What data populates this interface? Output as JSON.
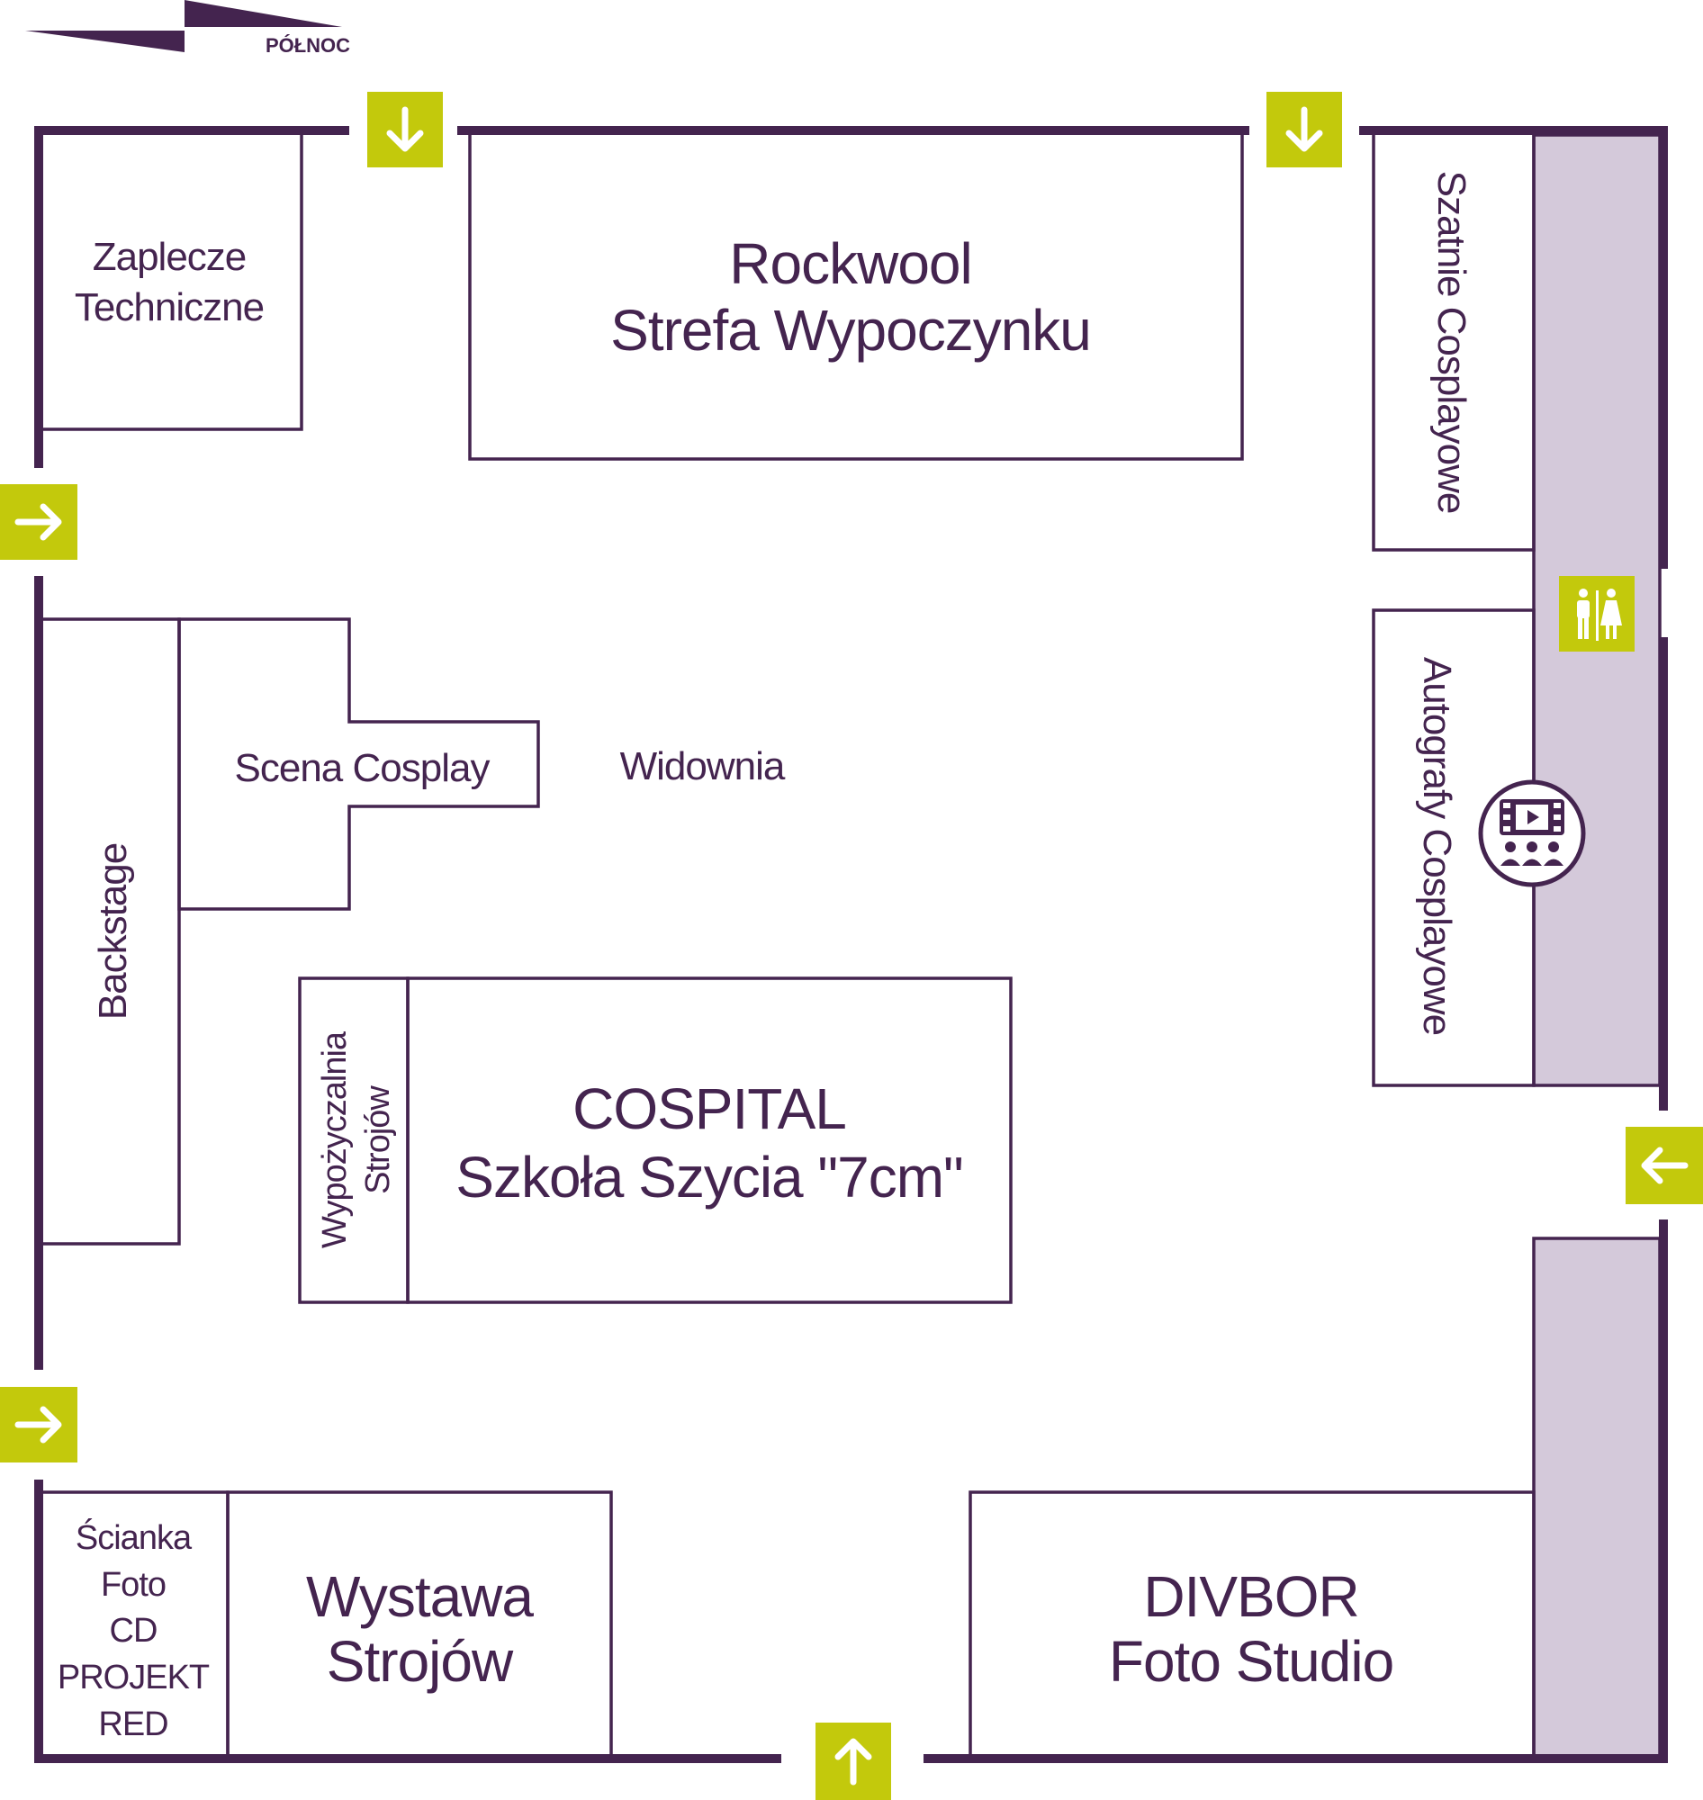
{
  "compass": {
    "label": "PÓŁNOC"
  },
  "colors": {
    "wall": "#44244f",
    "sign": "#c3c90c",
    "corridor": "#d4c9da",
    "text": "#44244f"
  },
  "rooms": {
    "zaplecze": {
      "line1": "Zaplecze",
      "line2": "Techniczne"
    },
    "rockwool": {
      "line1": "Rockwool",
      "line2": "Strefa Wypoczynku"
    },
    "szatnie": {
      "label": "Szatnie Cosplayowe"
    },
    "autografy": {
      "label": "Autografy Cosplayowe"
    },
    "backstage": {
      "label": "Backstage"
    },
    "scena": {
      "label": "Scena Cosplay"
    },
    "widownia": {
      "label": "Widownia"
    },
    "wypozyczalnia": {
      "line1": "Wypożyczalnia",
      "line2": "Strojów"
    },
    "cospital": {
      "line1": "COSPITAL",
      "line2": "Szkoła Szycia \"7cm\""
    },
    "scianka": {
      "line1": "Ścianka",
      "line2": "Foto",
      "line3": "CD",
      "line4": "PROJEKT",
      "line5": "RED"
    },
    "wystawa": {
      "line1": "Wystawa",
      "line2": "Strojów"
    },
    "divbor": {
      "line1": "DIVBOR",
      "line2": "Foto Studio"
    }
  },
  "icons": {
    "entrances": [
      "arrow-down-icon",
      "arrow-down-icon",
      "arrow-right-icon",
      "arrow-right-icon",
      "arrow-left-icon",
      "arrow-up-icon"
    ],
    "restroom": "restroom-icon",
    "cinema": "cinema-icon"
  }
}
